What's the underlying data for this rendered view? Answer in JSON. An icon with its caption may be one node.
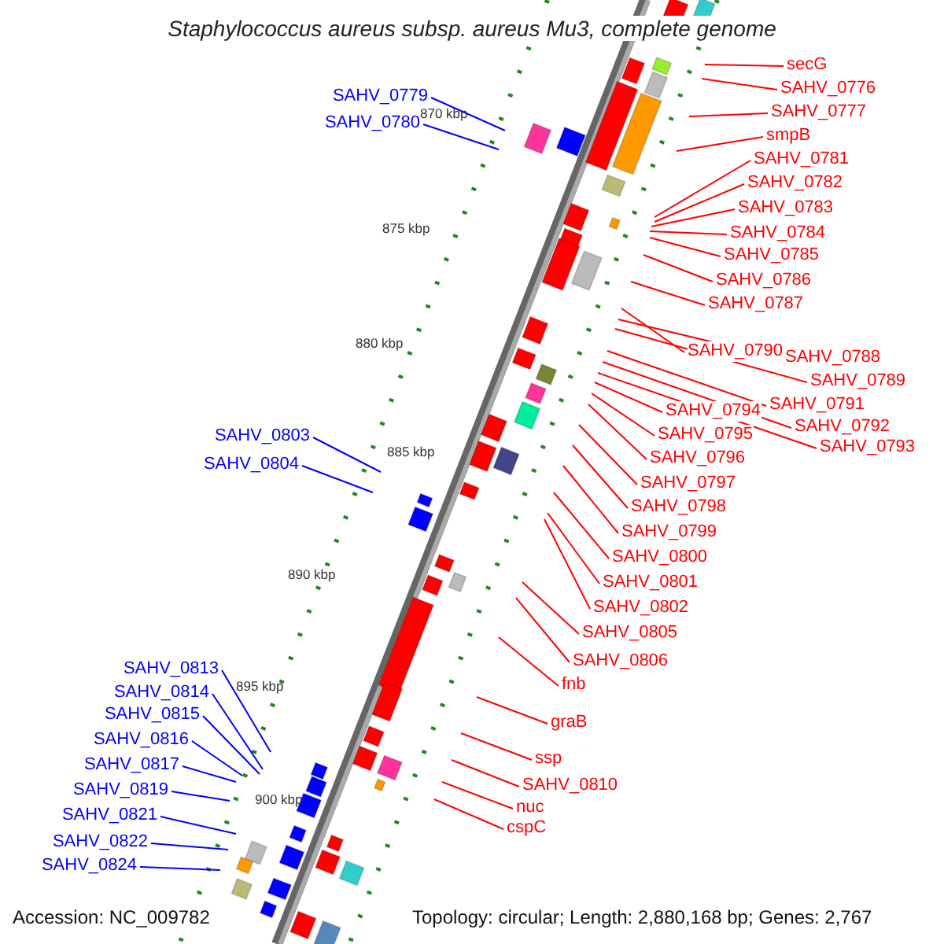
{
  "diagram": {
    "title": "Staphylococcus aureus subsp. aureus Mu3, complete genome",
    "nodes": [
      {
        "text": [
          "secG"
        ]
      },
      {
        "text": [
          "SAHV_0776"
        ]
      },
      {
        "text": [
          "SAHV_0777"
        ]
      },
      {
        "text": [
          "smpB"
        ]
      },
      {
        "text": [
          "SAHV_0779"
        ]
      },
      {
        "text": [
          "SAHV_0780"
        ]
      },
      {
        "text": [
          "SAHV_0781"
        ]
      },
      {
        "text": [
          "SAHV_0782"
        ]
      },
      {
        "text": [
          "SAHV_0783"
        ]
      },
      {
        "text": [
          "SAHV_0784"
        ]
      },
      {
        "text": [
          "SAHV_0785"
        ]
      },
      {
        "text": [
          "SAHV_0786"
        ]
      },
      {
        "text": [
          "SAHV_0787"
        ]
      },
      {
        "text": [
          "SAHV_0790"
        ]
      },
      {
        "text": [
          "SAHV_0788"
        ]
      },
      {
        "text": [
          "SAHV_0789"
        ]
      },
      {
        "text": [
          "SAHV_0791"
        ]
      },
      {
        "text": [
          "SAHV_0792"
        ]
      },
      {
        "text": [
          "SAHV_0794"
        ]
      },
      {
        "text": [
          "SAHV_0793"
        ]
      },
      {
        "text": [
          "SAHV_0795"
        ]
      },
      {
        "text": [
          "SAHV_0803"
        ]
      },
      {
        "text": [
          "SAHV_0796"
        ]
      },
      {
        "text": [
          "SAHV_0804"
        ]
      },
      {
        "text": [
          "SAHV_0797"
        ]
      },
      {
        "text": [
          "SAHV_0798"
        ]
      },
      {
        "text": [
          "SAHV_0799"
        ]
      },
      {
        "text": [
          "SAHV_0800"
        ]
      },
      {
        "text": [
          "SAHV_0801"
        ]
      },
      {
        "text": [
          "SAHV_0802"
        ]
      },
      {
        "text": [
          "SAHV_0805"
        ]
      },
      {
        "text": [
          "SAHV_0806"
        ]
      },
      {
        "text": [
          "SAHV_0813"
        ]
      },
      {
        "text": [
          "fnb"
        ]
      },
      {
        "text": [
          "SAHV_0814"
        ]
      },
      {
        "text": [
          "SAHV_0815"
        ]
      },
      {
        "text": [
          "graB"
        ]
      },
      {
        "text": [
          "SAHV_0816"
        ]
      },
      {
        "text": [
          "ssp"
        ]
      },
      {
        "text": [
          "SAHV_0817"
        ]
      },
      {
        "text": [
          "SAHV_0810"
        ]
      },
      {
        "text": [
          "SAHV_0819"
        ]
      },
      {
        "text": [
          "nuc"
        ]
      },
      {
        "text": [
          "SAHV_0821"
        ]
      },
      {
        "text": [
          "cspC"
        ]
      },
      {
        "text": [
          "SAHV_0822"
        ]
      },
      {
        "text": [
          "SAHV_0824"
        ]
      }
    ],
    "edges": [
      {
        "from": 0,
        "to": null,
        "arrow": "none"
      },
      {
        "from": 1,
        "to": null,
        "arrow": "none"
      },
      {
        "from": 2,
        "to": null,
        "arrow": "none"
      },
      {
        "from": 3,
        "to": null,
        "arrow": "none"
      },
      {
        "from": 4,
        "to": null,
        "arrow": "none",
        "color": "#0000ff"
      },
      {
        "from": 5,
        "to": null,
        "arrow": "none",
        "color": "#0000ff"
      },
      {
        "from": 6,
        "to": null,
        "arrow": "none"
      },
      {
        "from": 7,
        "to": null,
        "arrow": "none"
      },
      {
        "from": 8,
        "to": null,
        "arrow": "none"
      },
      {
        "from": 9,
        "to": null,
        "arrow": "none"
      },
      {
        "from": 10,
        "to": null,
        "arrow": "none"
      },
      {
        "from": 11,
        "to": null,
        "arrow": "none"
      },
      {
        "from": 12,
        "to": null,
        "arrow": "none"
      },
      {
        "from": 13,
        "to": null,
        "arrow": "none"
      },
      {
        "from": 14,
        "to": null,
        "arrow": "none"
      },
      {
        "from": 15,
        "to": null,
        "arrow": "none"
      },
      {
        "from": 16,
        "to": null,
        "arrow": "none"
      },
      {
        "from": 17,
        "to": null,
        "arrow": "none"
      },
      {
        "from": 18,
        "to": null,
        "arrow": "none"
      },
      {
        "from": 19,
        "to": null,
        "arrow": "none"
      },
      {
        "from": 20,
        "to": null,
        "arrow": "none"
      },
      {
        "from": 21,
        "to": null,
        "arrow": "none",
        "color": "#0000ff"
      },
      {
        "from": 22,
        "to": null,
        "arrow": "none"
      },
      {
        "from": 23,
        "to": null,
        "arrow": "none",
        "color": "#0000ff"
      },
      {
        "from": 24,
        "to": null,
        "arrow": "none"
      },
      {
        "from": 25,
        "to": null,
        "arrow": "none"
      },
      {
        "from": 26,
        "to": null,
        "arrow": "none"
      },
      {
        "from": 27,
        "to": null,
        "arrow": "none"
      },
      {
        "from": 28,
        "to": null,
        "arrow": "none"
      },
      {
        "from": 29,
        "to": null,
        "arrow": "none"
      },
      {
        "from": 30,
        "to": null,
        "arrow": "none"
      },
      {
        "from": 31,
        "to": null,
        "arrow": "none"
      },
      {
        "from": 32,
        "to": null,
        "arrow": "none",
        "color": "#0000ff"
      },
      {
        "from": 33,
        "to": null,
        "arrow": "none"
      },
      {
        "from": 34,
        "to": null,
        "arrow": "none",
        "color": "#0000ff"
      },
      {
        "from": 35,
        "to": null,
        "arrow": "none",
        "color": "#0000ff"
      },
      {
        "from": 36,
        "to": null,
        "arrow": "none"
      },
      {
        "from": 37,
        "to": null,
        "arrow": "none",
        "color": "#0000ff"
      },
      {
        "from": 38,
        "to": null,
        "arrow": "none"
      },
      {
        "from": 39,
        "to": null,
        "arrow": "none",
        "color": "#0000ff"
      },
      {
        "from": 40,
        "to": null,
        "arrow": "none"
      },
      {
        "from": 41,
        "to": null,
        "arrow": "none",
        "color": "#0000ff"
      },
      {
        "from": 42,
        "to": null,
        "arrow": "none"
      },
      {
        "from": 43,
        "to": null,
        "arrow": "none",
        "color": "#0000ff"
      },
      {
        "from": 44,
        "to": null,
        "arrow": "none"
      },
      {
        "from": 45,
        "to": null,
        "arrow": "none",
        "color": "#0000ff"
      },
      {
        "from": 46,
        "to": null,
        "arrow": "none",
        "color": "#0000ff"
      }
    ],
    "labels": [
      "870 kbp",
      "875 kbp",
      "880 kbp",
      "885 kbp",
      "890 kbp",
      "895 kbp",
      "900 kbp",
      "Accession: NC_009782",
      "Topology: circular; Length: 2,880,168 bp; Genes: 2,767"
    ]
  }
}
